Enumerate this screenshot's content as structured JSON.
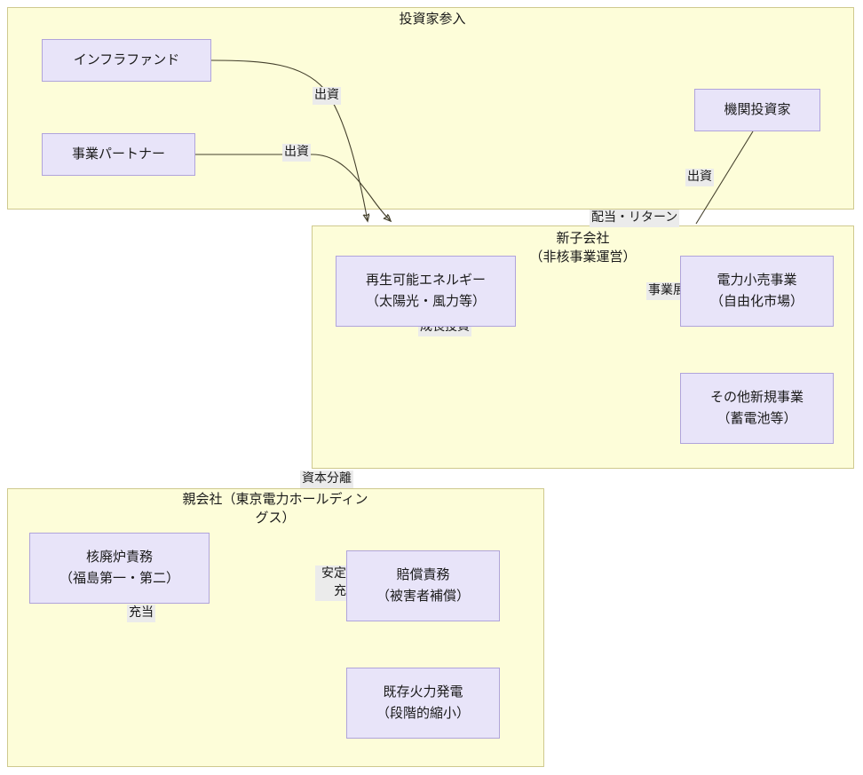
{
  "diagram": {
    "title_hidden": "",
    "clusters": [
      {
        "id": "investors",
        "label": "投資家参入"
      },
      {
        "id": "new-subsidiary",
        "label": "新子会社\n（非核事業運営）"
      },
      {
        "id": "parent-company",
        "label": "親会社（東京電力ホールディングス）"
      }
    ],
    "nodes": [
      {
        "id": "infra-fund",
        "line1": "インフラファンド",
        "line2": ""
      },
      {
        "id": "business-partner",
        "line1": "事業パートナー",
        "line2": ""
      },
      {
        "id": "institutional",
        "line1": "機関投資家",
        "line2": ""
      },
      {
        "id": "renewable",
        "line1": "再生可能エネルギー",
        "line2": "（太陽光・風力等）"
      },
      {
        "id": "retail-power",
        "line1": "電力小売事業",
        "line2": "（自由化市場）"
      },
      {
        "id": "other-new",
        "line1": "その他新規事業",
        "line2": "（蓄電池等）"
      },
      {
        "id": "decommissioning",
        "line1": "核廃炉責務",
        "line2": "（福島第一・第二）"
      },
      {
        "id": "compensation",
        "line1": "賠償責務",
        "line2": "（被害者補償）"
      },
      {
        "id": "thermal",
        "line1": "既存火力発電",
        "line2": "（段階的縮小）"
      }
    ],
    "edge_labels": [
      {
        "id": "fund-investment",
        "text": "出資"
      },
      {
        "id": "partner-investment",
        "text": "出資"
      },
      {
        "id": "institutional-investment",
        "text": "出資"
      },
      {
        "id": "dividend-return",
        "text": "配当・リターン"
      },
      {
        "id": "growth-investment",
        "text": "成長投資"
      },
      {
        "id": "business-expansion",
        "text": "事業展開"
      },
      {
        "id": "capital-separation",
        "text": "資本分離"
      },
      {
        "id": "stable-funding",
        "text": "安定財源\n充当"
      },
      {
        "id": "allocation",
        "text": "充当"
      }
    ],
    "colors": {
      "cluster_fill": "#fdfdd9",
      "cluster_border": "#cfc98e",
      "node_fill": "#e8e4f9",
      "node_border": "#b0a4db",
      "edge_stroke": "#44402c",
      "label_bg": "#ebebeb",
      "text": "#1a1a1a"
    }
  }
}
